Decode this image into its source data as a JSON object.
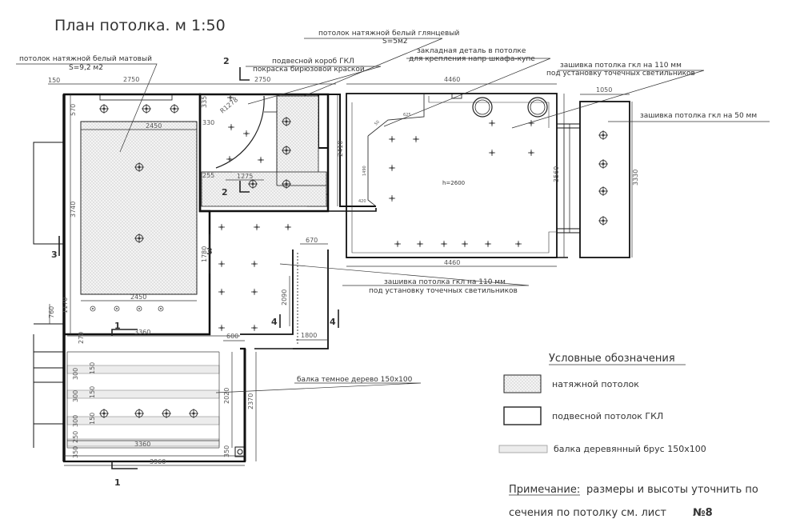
{
  "title": "План потолка. м 1:50",
  "legend": {
    "heading": "Условные обозначения",
    "items": [
      {
        "label": "натяжной потолок"
      },
      {
        "label": "подвесной потолок ГКЛ"
      },
      {
        "label": "балка деревянный брус 150х100"
      }
    ]
  },
  "note": {
    "prefix": "Примечание:",
    "line1": "размеры и высоты уточнить по",
    "line2": "сечения по потолку см. лист",
    "sheet": "№8"
  },
  "annotations": {
    "matte_ceiling": "потолок натяжной белый матовый",
    "matte_area": "S=9,2 м2",
    "gloss_ceiling": "потолок натяжной белый глянцевый",
    "gloss_area": "S=5м2",
    "box_line1": "подвесной короб ГКЛ",
    "box_line2": "покраска бирюзовой краской",
    "embed_line1": "закладная деталь в потолке",
    "embed_line2": "для крепления напр шкафа-купе",
    "gkl110_line1": "зашивка потолка гкл на 110 мм",
    "gkl110_line2": "под установку точечных светильников",
    "gkl50": "зашивка потолка гкл на 50 мм",
    "gkl110b_line1": "зашивка потолка гкл на 110 мм",
    "gkl110b_line2": "под установку точечных светильников",
    "beam": "балка темное дерево 150х100",
    "height": "h=2600"
  },
  "dimensions": {
    "d150": "150",
    "d2750a": "2750",
    "d2750b": "2750",
    "d4460a": "4460",
    "d4460b": "4460",
    "d1050": "1050",
    "d570": "570",
    "d2450a": "2450",
    "d2450b": "2450",
    "d3740": "3740",
    "d760": "760",
    "d1170": "1170",
    "d335": "335",
    "d330": "330",
    "r1278": "R1278",
    "d255": "255",
    "d1275": "1275",
    "d2410": "2410",
    "d3560": "3560",
    "d3330": "3330",
    "d1780": "1780",
    "d670": "670",
    "d2090": "2090",
    "d1800": "1800",
    "d600": "600",
    "d3360a": "3360",
    "d3360b": "3360",
    "d270": "270",
    "d300a": "300",
    "d150a": "150",
    "d300b": "300",
    "d150b": "150",
    "d300c": "300",
    "d150c": "150",
    "d250": "250",
    "d350a": "350",
    "d350b": "350",
    "d2020": "2020",
    "d2370": "2370",
    "d3960": "3960",
    "d420": "420",
    "d625": "625",
    "d1490": "1490",
    "d50": "50"
  },
  "section_marks": {
    "s1a": "1",
    "s1b": "1",
    "s2a": "2",
    "s2b": "2",
    "s3a": "3",
    "s3b": "3",
    "s4a": "4",
    "s4b": "4"
  }
}
